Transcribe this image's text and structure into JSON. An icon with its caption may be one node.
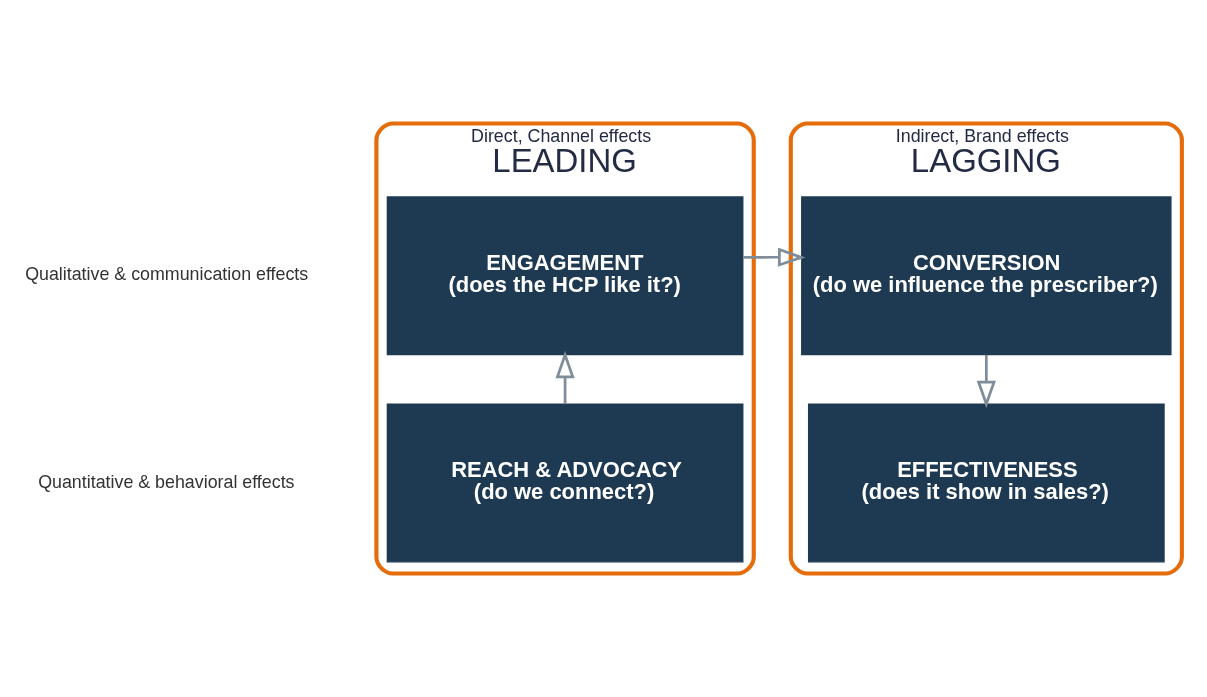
{
  "diagram": {
    "nodes": [
      {
        "text": [
          "Direct, Channel effects",
          "LEADING"
        ]
      },
      {
        "text": [
          "ENGAGEMENT",
          "(does the HCP like it?)"
        ],
        "in": 0
      },
      {
        "text": [
          "REACH & ADVOCACY",
          "(do we connect?)"
        ],
        "in": 0
      },
      {
        "text": [
          "Indirect, Brand effects",
          "LAGGING"
        ]
      },
      {
        "text": [
          "CONVERSION",
          "(do we influence the prescriber?)"
        ],
        "in": 3
      },
      {
        "text": [
          "EFFECTIVENESS",
          "(does it show in sales?)"
        ],
        "in": 3
      }
    ],
    "edges": [
      {
        "from": 2,
        "to": 1,
        "arrow": "to"
      },
      {
        "from": 1,
        "to": 4,
        "arrow": "to"
      },
      {
        "from": 4,
        "to": 5,
        "arrow": "to"
      }
    ],
    "labels": [
      "Qualitative & communication effects",
      "Quantitative & behavioral effects"
    ]
  }
}
